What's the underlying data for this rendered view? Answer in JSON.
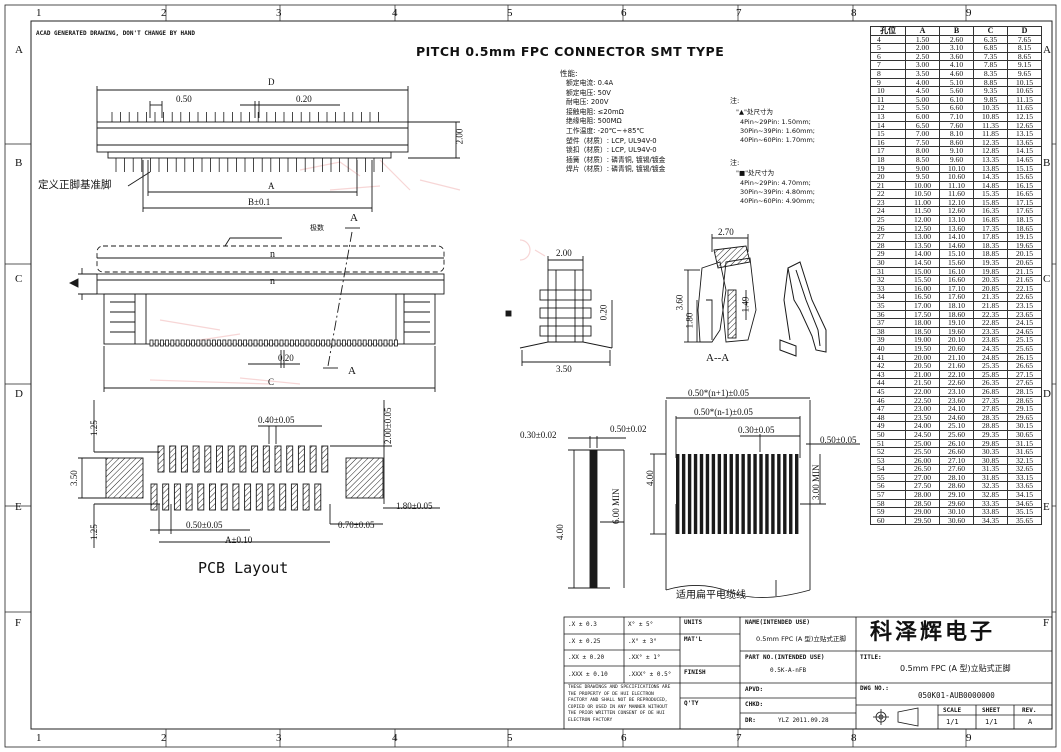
{
  "header_note": "ACAD GENERATED DRAWING, DON'T CHANGE BY HAND",
  "title": "PITCH 0.5mm FPC CONNECTOR SMT TYPE",
  "zones": {
    "columns": [
      "1",
      "2",
      "3",
      "4",
      "5",
      "6",
      "7",
      "8",
      "9"
    ],
    "rows": [
      "A",
      "B",
      "C",
      "D",
      "E",
      "F"
    ]
  },
  "specs": {
    "heading": "性能:",
    "lines": [
      "额定电流: 0.4A",
      "额定电压: 50V",
      "耐电压: 200V",
      "接触电阻: ≤20mΩ",
      "绝缘电阻: 500MΩ",
      "工作温度: -20℃~+85℃",
      "塑件（材质）: LCP, UL94V-0",
      "锁扣（材质）: LCP, UL94V-0",
      "插簧（材质）: 磷青铜, 镀锡/镀金",
      "焊片（材质）: 磷青铜, 镀锡/镀金"
    ]
  },
  "notes1": {
    "heading": "注:",
    "sub": "\"▲\"处尺寸为",
    "lines": [
      "4Pin~29Pin: 1.50mm;",
      "30Pin~39Pin: 1.60mm;",
      "40Pin~60Pin: 1.70mm;"
    ]
  },
  "notes2": {
    "sub": "\"■\"处尺寸为",
    "lines": [
      "4Pin~29Pin: 4.70mm;",
      "30Pin~39Pin: 4.80mm;",
      "40Pin~60Pin: 4.90mm;"
    ]
  },
  "labels": {
    "d": "D",
    "a": "A",
    "b": "B±0.1",
    "c": "C",
    "n": "n",
    "pin_ref": "定义正脚基准脚",
    "polarity": "极数",
    "section": "A",
    "section_aa": "A--A",
    "pcb_layout": "PCB Layout",
    "fpc_note": "适用扁平电缆线",
    "d_050": "0.50",
    "d_020": "0.20",
    "d_200": "2.00",
    "d_020b": "0.20",
    "d_200s": "2.00",
    "d_350s": "3.50",
    "d_020s": "0.20",
    "d_270": "2.70",
    "d_360": "3.60",
    "d_180": "1.80",
    "d_149": "1.49",
    "p_040": "0.40±0.05",
    "p_200": "2.00±0.05",
    "p_125a": "1.25",
    "p_350": "3.50",
    "p_125b": "1.25",
    "p_180": "1.80±0.05",
    "p_050": "0.50±0.05",
    "p_070": "0.70±0.05",
    "p_a": "A±0.10",
    "f_030": "0.30±0.02",
    "f_050": "0.50±0.02",
    "f_n1": "0.50*(n+1)±0.05",
    "f_nm1": "0.50*(n-1)±0.05",
    "f_030b": "0.30±0.05",
    "f_050b": "0.50±0.05",
    "f_400a": "4.00",
    "f_600": "6.00 MIN",
    "f_400b": "4.00",
    "f_300": "3.00 MIN"
  },
  "pin_table": {
    "headers": [
      "孔位",
      "A",
      "B",
      "C",
      "D"
    ],
    "rows": [
      [
        "4",
        "1.50",
        "2.60",
        "6.35",
        "7.65"
      ],
      [
        "5",
        "2.00",
        "3.10",
        "6.85",
        "8.15"
      ],
      [
        "6",
        "2.50",
        "3.60",
        "7.35",
        "8.65"
      ],
      [
        "7",
        "3.00",
        "4.10",
        "7.85",
        "9.15"
      ],
      [
        "8",
        "3.50",
        "4.60",
        "8.35",
        "9.65"
      ],
      [
        "9",
        "4.00",
        "5.10",
        "8.85",
        "10.15"
      ],
      [
        "10",
        "4.50",
        "5.60",
        "9.35",
        "10.65"
      ],
      [
        "11",
        "5.00",
        "6.10",
        "9.85",
        "11.15"
      ],
      [
        "12",
        "5.50",
        "6.60",
        "10.35",
        "11.65"
      ],
      [
        "13",
        "6.00",
        "7.10",
        "10.85",
        "12.15"
      ],
      [
        "14",
        "6.50",
        "7.60",
        "11.35",
        "12.65"
      ],
      [
        "15",
        "7.00",
        "8.10",
        "11.85",
        "13.15"
      ],
      [
        "16",
        "7.50",
        "8.60",
        "12.35",
        "13.65"
      ],
      [
        "17",
        "8.00",
        "9.10",
        "12.85",
        "14.15"
      ],
      [
        "18",
        "8.50",
        "9.60",
        "13.35",
        "14.65"
      ],
      [
        "19",
        "9.00",
        "10.10",
        "13.85",
        "15.15"
      ],
      [
        "20",
        "9.50",
        "10.60",
        "14.35",
        "15.65"
      ],
      [
        "21",
        "10.00",
        "11.10",
        "14.85",
        "16.15"
      ],
      [
        "22",
        "10.50",
        "11.60",
        "15.35",
        "16.65"
      ],
      [
        "23",
        "11.00",
        "12.10",
        "15.85",
        "17.15"
      ],
      [
        "24",
        "11.50",
        "12.60",
        "16.35",
        "17.65"
      ],
      [
        "25",
        "12.00",
        "13.10",
        "16.85",
        "18.15"
      ],
      [
        "26",
        "12.50",
        "13.60",
        "17.35",
        "18.65"
      ],
      [
        "27",
        "13.00",
        "14.10",
        "17.85",
        "19.15"
      ],
      [
        "28",
        "13.50",
        "14.60",
        "18.35",
        "19.65"
      ],
      [
        "29",
        "14.00",
        "15.10",
        "18.85",
        "20.15"
      ],
      [
        "30",
        "14.50",
        "15.60",
        "19.35",
        "20.65"
      ],
      [
        "31",
        "15.00",
        "16.10",
        "19.85",
        "21.15"
      ],
      [
        "32",
        "15.50",
        "16.60",
        "20.35",
        "21.65"
      ],
      [
        "33",
        "16.00",
        "17.10",
        "20.85",
        "22.15"
      ],
      [
        "34",
        "16.50",
        "17.60",
        "21.35",
        "22.65"
      ],
      [
        "35",
        "17.00",
        "18.10",
        "21.85",
        "23.15"
      ],
      [
        "36",
        "17.50",
        "18.60",
        "22.35",
        "23.65"
      ],
      [
        "37",
        "18.00",
        "19.10",
        "22.85",
        "24.15"
      ],
      [
        "38",
        "18.50",
        "19.60",
        "23.35",
        "24.65"
      ],
      [
        "39",
        "19.00",
        "20.10",
        "23.85",
        "25.15"
      ],
      [
        "40",
        "19.50",
        "20.60",
        "24.35",
        "25.65"
      ],
      [
        "41",
        "20.00",
        "21.10",
        "24.85",
        "26.15"
      ],
      [
        "42",
        "20.50",
        "21.60",
        "25.35",
        "26.65"
      ],
      [
        "43",
        "21.00",
        "22.10",
        "25.85",
        "27.15"
      ],
      [
        "44",
        "21.50",
        "22.60",
        "26.35",
        "27.65"
      ],
      [
        "45",
        "22.00",
        "23.10",
        "26.85",
        "28.15"
      ],
      [
        "46",
        "22.50",
        "23.60",
        "27.35",
        "28.65"
      ],
      [
        "47",
        "23.00",
        "24.10",
        "27.85",
        "29.15"
      ],
      [
        "48",
        "23.50",
        "24.60",
        "28.35",
        "29.65"
      ],
      [
        "49",
        "24.00",
        "25.10",
        "28.85",
        "30.15"
      ],
      [
        "50",
        "24.50",
        "25.60",
        "29.35",
        "30.65"
      ],
      [
        "51",
        "25.00",
        "26.10",
        "29.85",
        "31.15"
      ],
      [
        "52",
        "25.50",
        "26.60",
        "30.35",
        "31.65"
      ],
      [
        "53",
        "26.00",
        "27.10",
        "30.85",
        "32.15"
      ],
      [
        "54",
        "26.50",
        "27.60",
        "31.35",
        "32.65"
      ],
      [
        "55",
        "27.00",
        "28.10",
        "31.85",
        "33.15"
      ],
      [
        "56",
        "27.50",
        "28.60",
        "32.35",
        "33.65"
      ],
      [
        "57",
        "28.00",
        "29.10",
        "32.85",
        "34.15"
      ],
      [
        "58",
        "28.50",
        "29.60",
        "33.35",
        "34.65"
      ],
      [
        "59",
        "29.00",
        "30.10",
        "33.85",
        "35.15"
      ],
      [
        "60",
        "29.50",
        "30.60",
        "34.35",
        "35.65"
      ]
    ]
  },
  "title_block": {
    "tol": [
      [
        ".X  ±  0.3",
        "X°  ±  5°"
      ],
      [
        ".X  ±  0.25",
        ".X°  ±  3°"
      ],
      [
        ".XX  ±  0.20",
        ".XX°  ±  1°"
      ],
      [
        ".XXX  ±  0.10",
        ".XXX°  ±  0.5°"
      ]
    ],
    "units": "UNITS",
    "matl": "MAT'L",
    "finish": "FINISH",
    "qty": "Q'TY",
    "intended_use_label": "NAME(INTENDED USE)",
    "intended_use": "0.5mm FPC (A 型)立贴式正脚",
    "part_no_label": "PART NO.(INTENDED USE)",
    "part_no": "0.5K-A-nFB",
    "apvd": "APVD:",
    "chkd": "CHKD:",
    "dr": "DR:",
    "dr_value": "YLZ  2011.09.28",
    "company": "科泽辉电子",
    "title_label": "TITLE:",
    "title_value": "0.5mm FPC (A 型)立贴式正脚",
    "dwg_label": "DWG NO.:",
    "dwg_value": "050K01-AUB0000000",
    "scale_label": "SCALE",
    "scale_value": "1/1",
    "sheet_label": "SHEET",
    "sheet_value": "1/1",
    "rev_label": "REV.",
    "rev_value": "A",
    "disclaimer": [
      "THESE DRAWINGS AND SPECIFICATIONS ARE",
      "THE PROPERTY OF DE HUI ELECTRON",
      "FACTORY AND SHALL NOT BE REPRODUCED,",
      "COPIED OR USED IN ANY MANNER WITHOUT",
      "THE PRIOR WRITTEN CONSENT OF DE HUI",
      "ELECTRON FACTORY"
    ]
  },
  "colors": {
    "line": "#1a1a1a",
    "watermark": "#e98a8a"
  }
}
